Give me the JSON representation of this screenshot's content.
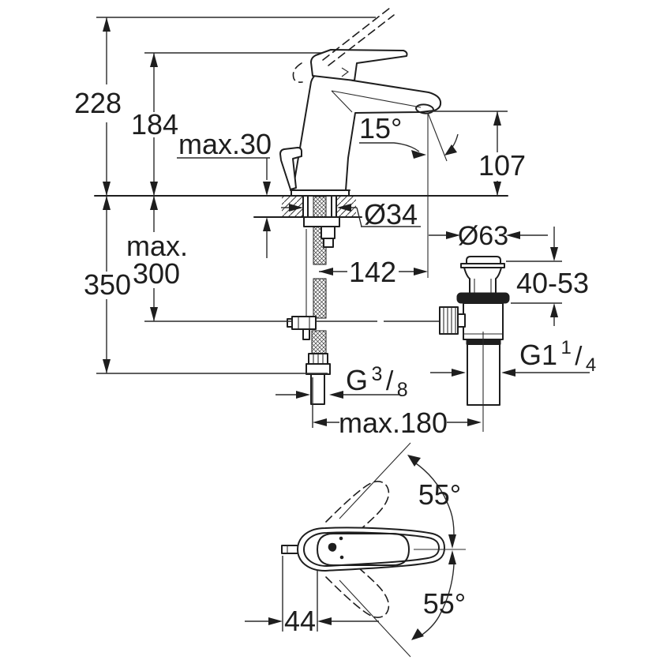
{
  "drawing": {
    "type": "faucet-installation-dimension-drawing",
    "colors": {
      "line": "#1e1e1e",
      "background": "#ffffff"
    },
    "labels": {
      "height_total": "228",
      "height_to_handle": "184",
      "deck_thickness": "max.30",
      "spout_angle": "15°",
      "spout_outlet_height": "107",
      "shank_diameter": "Ø34",
      "hose_length": "350",
      "rod_length_line1": "max.",
      "rod_length_line2": "300",
      "spout_reach": "142",
      "waste_flange_diameter": "Ø63",
      "clamping_range": "40-53",
      "supply_thread_g": "G",
      "supply_thread_numerator": "3",
      "supply_thread_slash": "/",
      "supply_thread_denominator": "8",
      "waste_thread_g": "G1",
      "waste_thread_numerator": "1",
      "waste_thread_slash": "/",
      "waste_thread_denominator": "4",
      "rod_horizontal_reach": "max.180",
      "handle_width": "44",
      "swing_angle_upper": "55°",
      "swing_angle_lower": "55°"
    }
  }
}
